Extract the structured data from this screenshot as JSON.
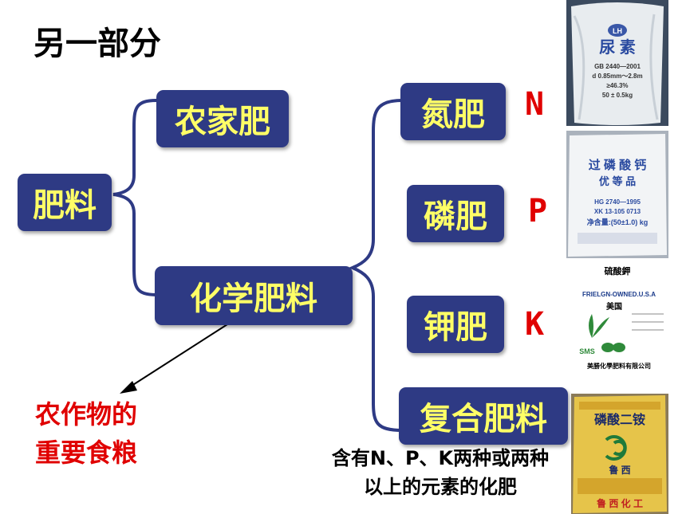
{
  "title": "另一部分",
  "nodes": {
    "root": "肥料",
    "farm_manure": "农家肥",
    "chemical": "化学肥料",
    "nitrogen": "氮肥",
    "phosphate": "磷肥",
    "potash": "钾肥",
    "compound": "复合肥料"
  },
  "letters": {
    "n": "N",
    "p": "P",
    "k": "K"
  },
  "annotation": [
    "农作物的",
    "重要食粮"
  ],
  "compound_desc": [
    "含有N、P、K两种或两种",
    "以上的元素的化肥"
  ],
  "photos": {
    "urea": {
      "logo": "LH",
      "name": "尿 素",
      "line1": "GB 2440—2001",
      "line2": "d 0.85mm～2.8m",
      "line3": "≥46.3%",
      "line4": "50 ± 0.5kg"
    },
    "superphosphate": {
      "name1": "过 磷 酸 钙",
      "name2": "优 等 品",
      "line1": "HG 2740—1995",
      "line2": "XK 13-105 0713",
      "line3": "净含量:(50±1.0) kg"
    },
    "potassium_sulfate": {
      "name": "硫酸鉀",
      "brand": "FRIELGN-OWNED.U.S.A",
      "country": "美国",
      "logo": "SMS",
      "company": "美勝化學肥料有限公司"
    },
    "dap": {
      "name": "磷酸二铵",
      "brand": "鲁 西",
      "footer": "鲁 西 化 工"
    }
  },
  "colors": {
    "box_bg": "#2e3a84",
    "box_text": "#ffff66",
    "accent_red": "#e00000",
    "bracket": "#2e3a84"
  }
}
